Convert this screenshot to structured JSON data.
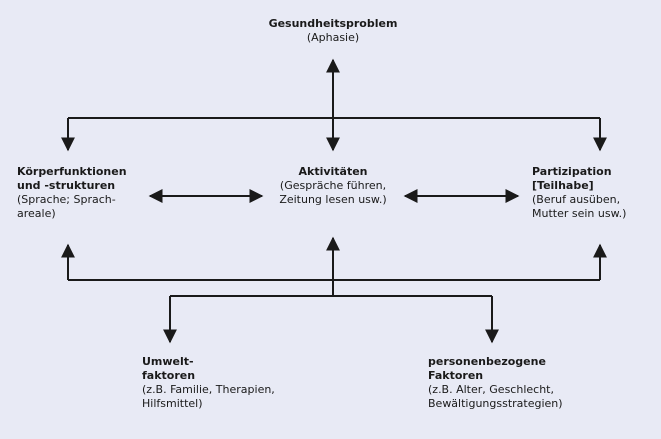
{
  "diagram": {
    "colors": {
      "background": "#e8eaf5",
      "line": "#1a1a1a",
      "text": "#1a1a1a"
    },
    "nodes": {
      "health": {
        "title": "Gesundheitsproblem",
        "detail": "(Aphasie)"
      },
      "body": {
        "title": "Körperfunktionen\nund -strukturen",
        "detail": "(Sprache; Sprach-\nareale)"
      },
      "activity": {
        "title": "Aktivitäten",
        "detail": "(Gespräche führen,\nZeitung lesen usw.)"
      },
      "participation": {
        "title": "Partizipation\n[Teilhabe]",
        "detail": "(Beruf ausüben,\nMutter sein usw.)"
      },
      "environment": {
        "title": "Umwelt-\nfaktoren",
        "detail": "(z.B. Familie, Therapien,\nHilfsmittel)"
      },
      "personal": {
        "title": "personenbezogene\nFaktoren",
        "detail": "(z.B. Alter, Geschlecht,\nBewältigungsstrategien)"
      }
    }
  }
}
